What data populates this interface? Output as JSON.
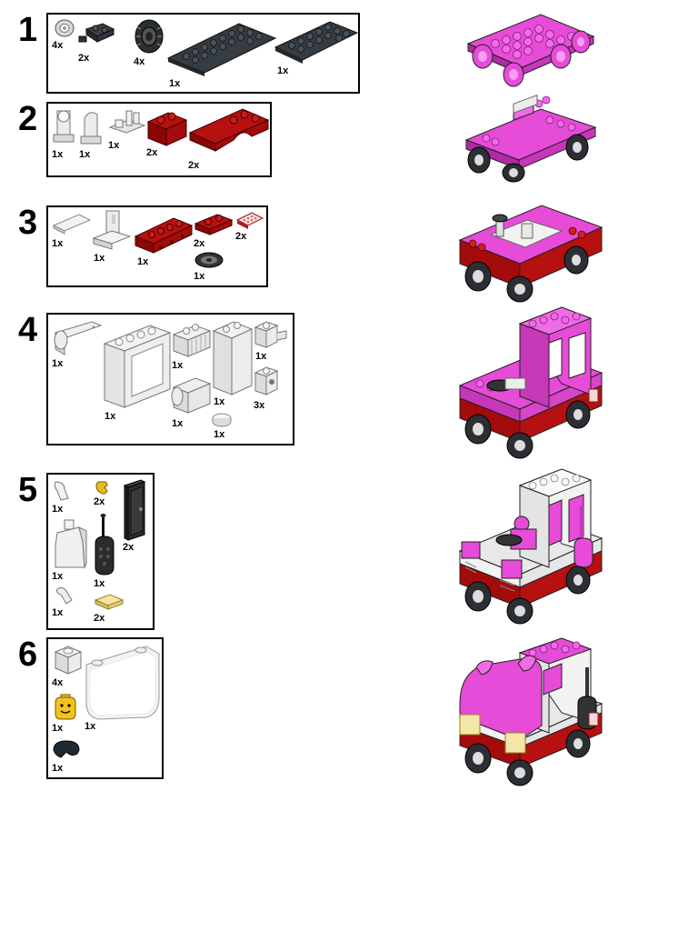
{
  "steps": [
    {
      "number": "1",
      "parts": [
        {
          "name": "wheel-hub",
          "qty": "4x"
        },
        {
          "name": "wheel-holder-plate",
          "qty": "2x"
        },
        {
          "name": "tire",
          "qty": "4x"
        },
        {
          "name": "plate-2x8",
          "qty": "1x"
        },
        {
          "name": "plate-2x6",
          "qty": "1x"
        }
      ]
    },
    {
      "number": "2",
      "parts": [
        {
          "name": "headlight-brick-a",
          "qty": "1x"
        },
        {
          "name": "headlight-brick-b",
          "qty": "1x"
        },
        {
          "name": "lever-base",
          "qty": "1x"
        },
        {
          "name": "brick-1x2-red",
          "qty": "2x"
        },
        {
          "name": "mudguard-plate-red",
          "qty": "2x"
        }
      ]
    },
    {
      "number": "3",
      "parts": [
        {
          "name": "tile-1x2-white",
          "qty": "1x"
        },
        {
          "name": "seat-white",
          "qty": "1x"
        },
        {
          "name": "plate-2x4-red",
          "qty": "1x"
        },
        {
          "name": "plate-1x2-red",
          "qty": "2x"
        },
        {
          "name": "grille-tile",
          "qty": "2x"
        },
        {
          "name": "steering-wheel",
          "qty": "1x"
        }
      ]
    },
    {
      "number": "4",
      "parts": [
        {
          "name": "hinge-panel",
          "qty": "1x"
        },
        {
          "name": "window-frame",
          "qty": "1x"
        },
        {
          "name": "slope-ribbed",
          "qty": "1x"
        },
        {
          "name": "panel-tall",
          "qty": "1x"
        },
        {
          "name": "brick-clip",
          "qty": "1x"
        },
        {
          "name": "hinge-brick",
          "qty": "1x"
        },
        {
          "name": "brick-round-hole",
          "qty": "3x"
        },
        {
          "name": "round-tile",
          "qty": "1x"
        }
      ]
    },
    {
      "number": "5",
      "parts": [
        {
          "name": "arm-left",
          "qty": "1x"
        },
        {
          "name": "hand-yellow",
          "qty": "2x"
        },
        {
          "name": "door-black",
          "qty": "2x"
        },
        {
          "name": "torso-white",
          "qty": "1x"
        },
        {
          "name": "phone-black",
          "qty": "1x"
        },
        {
          "name": "arm-right",
          "qty": "1x"
        },
        {
          "name": "tile-yellow",
          "qty": "2x"
        }
      ]
    },
    {
      "number": "6",
      "parts": [
        {
          "name": "brick-1x1-white",
          "qty": "4x"
        },
        {
          "name": "windscreen",
          "qty": "1x"
        },
        {
          "name": "minifig-head",
          "qty": "1x"
        },
        {
          "name": "hair-black",
          "qty": "1x"
        }
      ]
    }
  ]
}
